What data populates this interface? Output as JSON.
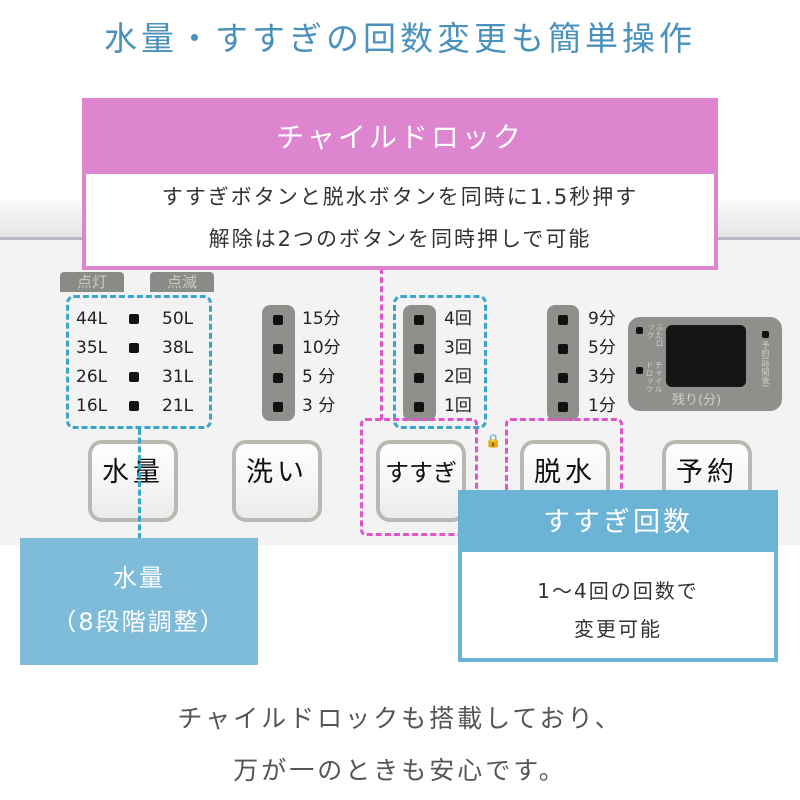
{
  "title": "水量・すすぎの回数変更も簡単操作",
  "child_lock": {
    "heading": "チャイルドロック",
    "line1": "すすぎボタンと脱水ボタンを同時に1.5秒押す",
    "line2": "解除は2つのボタンを同時押しで可能"
  },
  "panel": {
    "tag_on": "点灯",
    "tag_blink": "点滅",
    "water_left": [
      "44L",
      "35L",
      "26L",
      "16L"
    ],
    "water_right": [
      "50L",
      "38L",
      "31L",
      "21L"
    ],
    "wash": [
      "15分",
      "10分",
      "5 分",
      "3 分"
    ],
    "rinse": [
      "4回",
      "3回",
      "2回",
      "1回"
    ],
    "spin": [
      "9分",
      "5分",
      "3分",
      "1分"
    ],
    "display": {
      "lid_lock": "ふたロック",
      "child_lock": "チャイルドロック",
      "reserve": "予約(時間後)",
      "remaining": "残り(分)"
    },
    "buttons": {
      "water": "水量",
      "wash": "洗い",
      "rinse": "すすぎ",
      "spin": "脱水",
      "reserve": "予約"
    }
  },
  "rinse_callout": {
    "heading": "すすぎ回数",
    "line1": "1〜4回の回数で",
    "line2": "変更可能"
  },
  "water_callout": {
    "line1": "水量",
    "line2": "（8段階調整）"
  },
  "bottom": {
    "line1": "チャイルドロックも搭載しており、",
    "line2": "万が一のときも安心です。"
  }
}
